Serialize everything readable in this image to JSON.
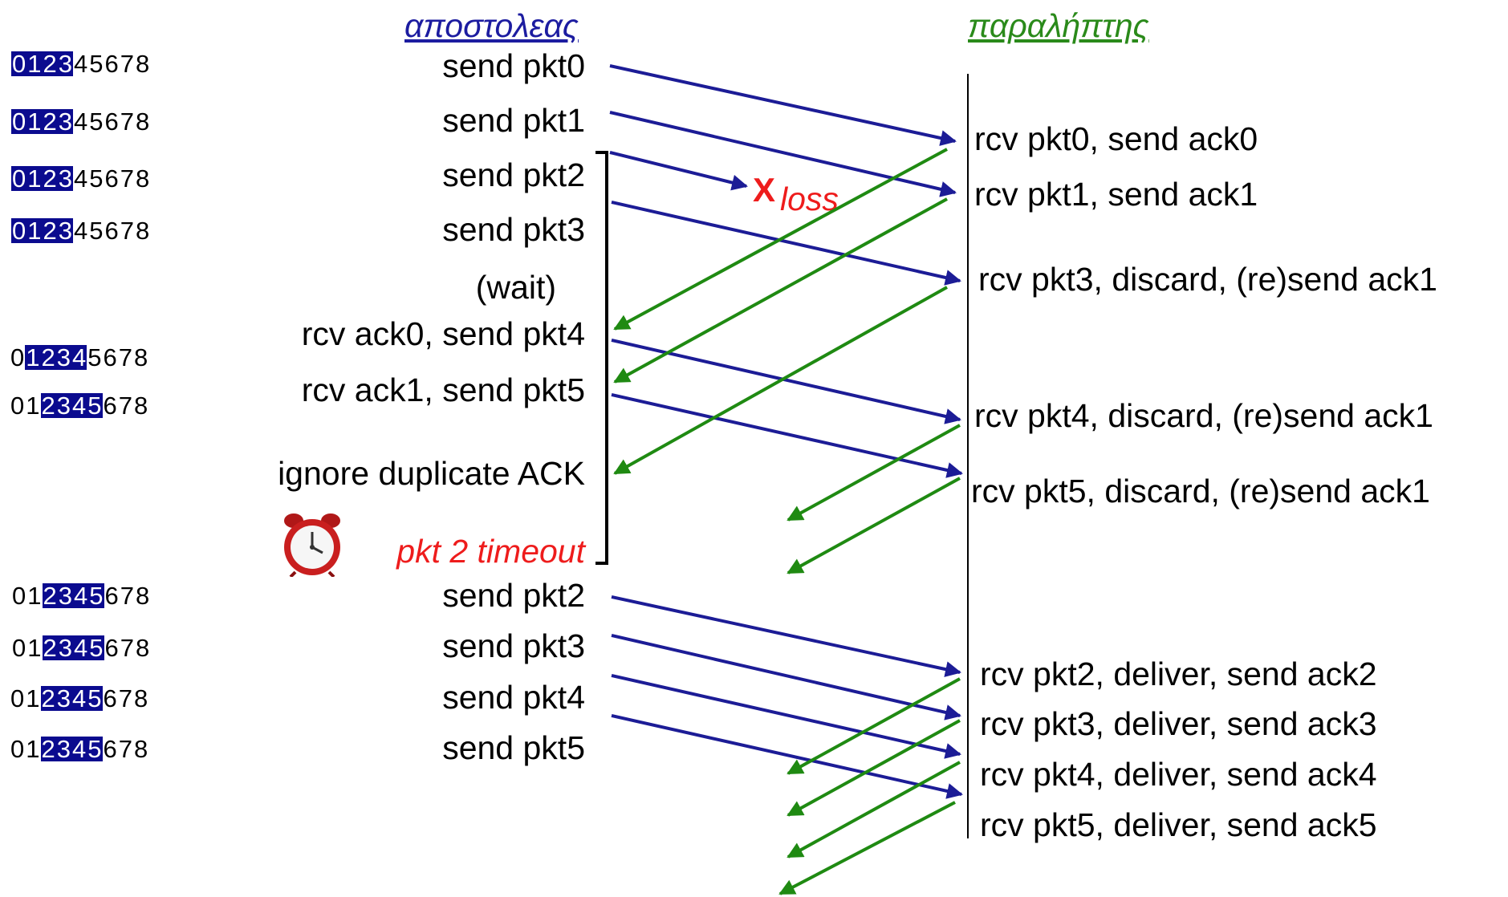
{
  "headers": {
    "sender": "αποστολεας",
    "receiver": "παραλήπτης",
    "sender_color": "#1c1ca0",
    "receiver_color": "#2a8a1a"
  },
  "windows": [
    {
      "digits": [
        "0",
        "1",
        "2",
        "3",
        "4",
        "5",
        "6",
        "7",
        "8"
      ],
      "start": 0,
      "end": 3
    },
    {
      "digits": [
        "0",
        "1",
        "2",
        "3",
        "4",
        "5",
        "6",
        "7",
        "8"
      ],
      "start": 0,
      "end": 3
    },
    {
      "digits": [
        "0",
        "1",
        "2",
        "3",
        "4",
        "5",
        "6",
        "7",
        "8"
      ],
      "start": 0,
      "end": 3
    },
    {
      "digits": [
        "0",
        "1",
        "2",
        "3",
        "4",
        "5",
        "6",
        "7",
        "8"
      ],
      "start": 0,
      "end": 3
    },
    {
      "digits": [
        "0",
        "1",
        "2",
        "3",
        "4",
        "5",
        "6",
        "7",
        "8"
      ],
      "start": 1,
      "end": 4
    },
    {
      "digits": [
        "0",
        "1",
        "2",
        "3",
        "4",
        "5",
        "6",
        "7",
        "8"
      ],
      "start": 2,
      "end": 5
    },
    {
      "digits": [
        "0",
        "1",
        "2",
        "3",
        "4",
        "5",
        "6",
        "7",
        "8"
      ],
      "start": 2,
      "end": 5
    },
    {
      "digits": [
        "0",
        "1",
        "2",
        "3",
        "4",
        "5",
        "6",
        "7",
        "8"
      ],
      "start": 2,
      "end": 5
    },
    {
      "digits": [
        "0",
        "1",
        "2",
        "3",
        "4",
        "5",
        "6",
        "7",
        "8"
      ],
      "start": 2,
      "end": 5
    },
    {
      "digits": [
        "0",
        "1",
        "2",
        "3",
        "4",
        "5",
        "6",
        "7",
        "8"
      ],
      "start": 2,
      "end": 5
    }
  ],
  "sender": {
    "s0": "send  pkt0",
    "s1": "send  pkt1",
    "s2": "send  pkt2",
    "s3": "send  pkt3",
    "wait": "(wait)",
    "s4": "rcv ack0, send pkt4",
    "s5": "rcv ack1, send pkt5",
    "ignore": "ignore duplicate ACK",
    "timeout": "pkt 2  timeout",
    "r2": "send  pkt2",
    "r3": "send  pkt3",
    "r4": "send  pkt4",
    "r5": "send  pkt5"
  },
  "loss": {
    "mark": "X",
    "label": "loss"
  },
  "receiver": {
    "r0": "rcv pkt0, send ack0",
    "r1": "rcv pkt1, send ack1",
    "r3": "rcv pkt3, discard, (re)send ack1",
    "r4": "rcv pkt4, discard, (re)send ack1",
    "r5": "rcv pkt5, discard, (re)send ack1",
    "d2": "rcv pkt2, deliver, send ack2",
    "d3": "rcv pkt3, deliver, send ack3",
    "d4": "rcv pkt4, deliver, send ack4",
    "d5": "rcv pkt5, deliver, send ack5"
  },
  "colors": {
    "packet_arrow": "#1c1c96",
    "ack_arrow": "#1f8a12",
    "highlight": "#0b0b8f",
    "loss": "#ee1c1c"
  },
  "icons": {
    "timer": "alarm-clock-icon"
  }
}
